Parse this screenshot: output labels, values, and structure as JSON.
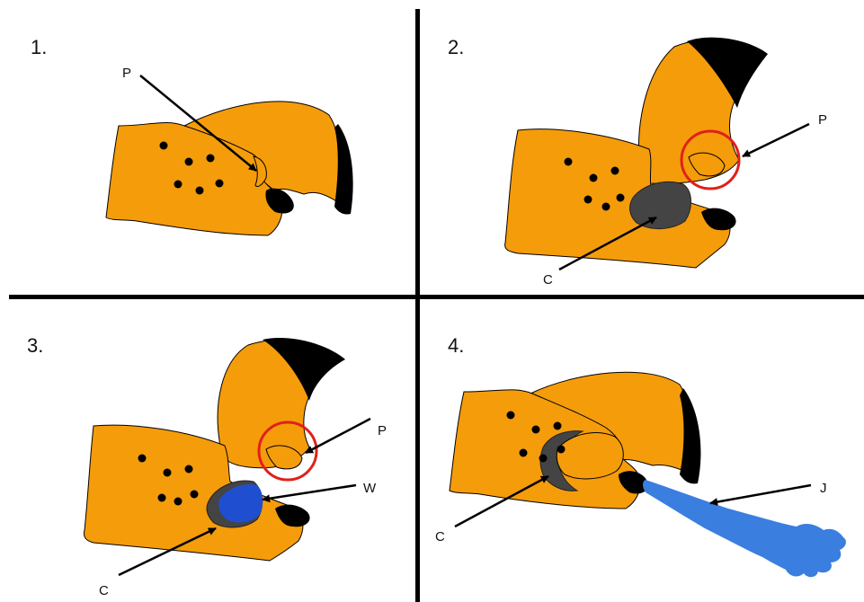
{
  "colors": {
    "body": "#f59c0b",
    "claw_tip": "#000000",
    "cocking_block": "#444444",
    "water": "#1f4fd0",
    "jet": "#3a7ee0",
    "highlight_circle": "#e0201a",
    "divider": "#000000"
  },
  "panels": [
    {
      "number": "1.",
      "labels": {
        "p": "P"
      }
    },
    {
      "number": "2.",
      "labels": {
        "p": "P",
        "c": "C"
      }
    },
    {
      "number": "3.",
      "labels": {
        "p": "P",
        "c": "C",
        "w": "W"
      }
    },
    {
      "number": "4.",
      "labels": {
        "c": "C",
        "j": "J"
      }
    }
  ]
}
